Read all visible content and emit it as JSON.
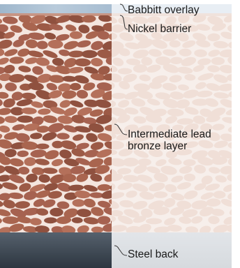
{
  "diagram": {
    "layers": [
      {
        "id": "babbitt",
        "label": "Babbitt overlay",
        "color": "#a9bfd2"
      },
      {
        "id": "nickel",
        "label": "Nickel barrier",
        "color": "#c79584"
      },
      {
        "id": "bronze",
        "label_lines": [
          "Intermediate lead",
          "bronze layer"
        ],
        "color": "#a9654f"
      },
      {
        "id": "steel",
        "label": "Steel back",
        "color": "#3f4a56"
      }
    ],
    "matrix_color": "#f4e6df"
  }
}
